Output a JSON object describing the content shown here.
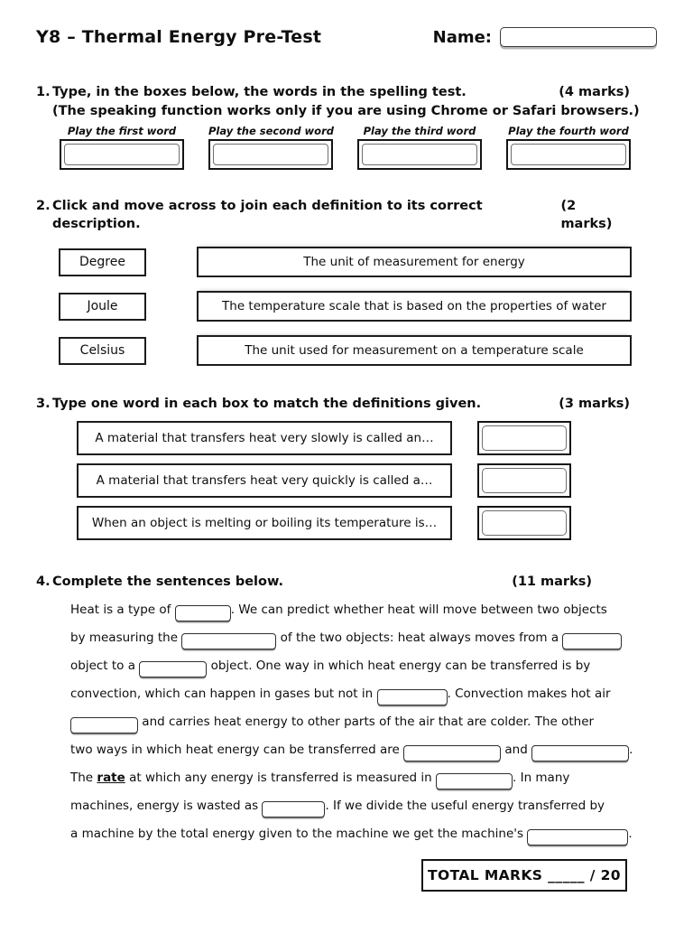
{
  "palette": {
    "ink": "#111111",
    "paper": "#ffffff"
  },
  "header": {
    "title": "Y8 – Thermal Energy Pre-Test",
    "name_label": "Name:"
  },
  "q1": {
    "number": "1.",
    "question": "Type, in the boxes below, the words in the spelling test.",
    "marks": "(4 marks)",
    "note": "(The speaking function works only if you are using Chrome or Safari browsers.)",
    "play_labels": [
      "Play the first word",
      "Play the second word",
      "Play the third word",
      "Play the fourth word"
    ]
  },
  "q2": {
    "number": "2.",
    "question": "Click and move across to join each definition to its correct description.",
    "marks": "(2 marks)",
    "pairs": [
      {
        "term": "Degree",
        "description": "The unit of measurement for energy"
      },
      {
        "term": "Joule",
        "description": "The temperature scale that is based on the properties of water"
      },
      {
        "term": "Celsius",
        "description": "The unit used for measurement on a temperature scale"
      }
    ]
  },
  "q3": {
    "number": "3.",
    "question": "Type one word in each box to match the definitions given.",
    "marks": "(3 marks)",
    "items": [
      {
        "definition": "A material that transfers heat very slowly is called an…"
      },
      {
        "definition": "A material that transfers heat very quickly is called a…"
      },
      {
        "definition": "When an object is melting or boiling its temperature is…"
      }
    ]
  },
  "q4": {
    "number": "4.",
    "question": "Complete the sentences below.",
    "marks": "(11 marks)",
    "lines": [
      [
        "Heat is a type of ",
        ". We can predict whether heat will move between two objects"
      ],
      [
        "by measuring the ",
        " of the two objects: heat always moves from a "
      ],
      [
        "object to a ",
        " object. One way in which heat energy can be transferred is by"
      ],
      [
        "convection, which can happen in gases but not in ",
        ". Convection makes hot air"
      ],
      [
        " and carries heat energy to other parts of the air that are colder. The other"
      ],
      [
        "two ways in which heat energy can be transferred are ",
        " and ",
        "."
      ],
      [
        "The ",
        "rate",
        " at which any energy is transferred is measured in ",
        ". In many"
      ],
      [
        "machines, energy is wasted as ",
        ". If we divide the useful energy transferred by"
      ],
      [
        "a machine by the total energy given to the machine we get the machine's ",
        "."
      ]
    ]
  },
  "footer": {
    "total_marks": "TOTAL MARKS _____ / 20"
  }
}
